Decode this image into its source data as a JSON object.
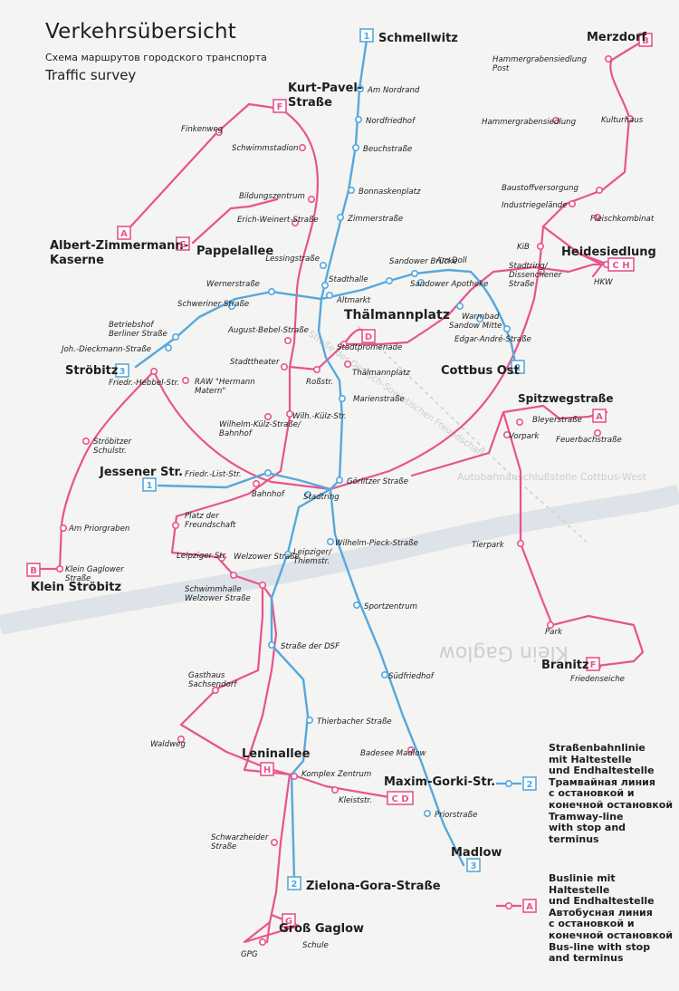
{
  "header": {
    "title": "Verkehrsübersicht",
    "subtitle_ru": "Схема маршрутов городского транспорта",
    "subtitle_en": "Traffic survey"
  },
  "colors": {
    "tram": "#56a8dc",
    "bus": "#e8538e",
    "background": "#f4f4f2",
    "label": "#1e1e1e",
    "basemap": "#cfd6dd"
  },
  "basemap_labels": [
    "Klein Gaglow",
    "Autobahnanschlußstelle Cottbus-West",
    "Straße der Deutsch-Sowjetischen Freundschaft"
  ],
  "terminals": {
    "tram_1_north": {
      "code": "1",
      "name": "Schmellwitz"
    },
    "tram_1_west": {
      "code": "1",
      "name": "Jessener Str."
    },
    "tram_2_east": {
      "code": "2",
      "name": "Cottbus Ost"
    },
    "tram_2_south": {
      "code": "2",
      "name": "Zielona-Gora-Straße"
    },
    "tram_3_west": {
      "code": "3",
      "name": "Ströbitz"
    },
    "tram_3_south": {
      "code": "3",
      "name": "Madlow"
    },
    "bus_a_north": {
      "code": "A",
      "name": "Albert-Zimmermann-Kaserne"
    },
    "bus_a_east": {
      "code": "A",
      "name": "Spitzwegstraße"
    },
    "bus_b_north": {
      "code": "B",
      "name": "Merzdorf"
    },
    "bus_b_west": {
      "code": "B",
      "name": "Klein Ströbitz"
    },
    "bus_cd_north": {
      "code": "D",
      "name": "Thälmannplatz"
    },
    "bus_cd_south": {
      "code": "C D",
      "name": "Maxim-Gorki-Str."
    },
    "bus_ch_east": {
      "code": "C H",
      "name": "Heidesiedlung"
    },
    "bus_f_north": {
      "code": "F",
      "name": "Kurt-Pavel-Straße"
    },
    "bus_f_south": {
      "code": "F",
      "name": "Branitz"
    },
    "bus_g_north": {
      "code": "G",
      "name": "Pappelallee"
    },
    "bus_g_south": {
      "code": "G",
      "name": "Groß Gaglow"
    },
    "bus_h_south": {
      "code": "H",
      "name": "Leninallee"
    }
  },
  "stops": [
    "Am Nordrand",
    "Nordfriedhof",
    "Beuchstraße",
    "Bonnaskenplatz",
    "Zimmerstraße",
    "Lessingstraße",
    "Stadthalle",
    "Altmarkt",
    "Sandower Brücke",
    "Am Doll",
    "Sandower Apotheke",
    "Warmbad",
    "Sandow Mitte",
    "Edgar-André-Straße",
    "Stadtring/ Dissenchener Straße",
    "KiB",
    "HKW",
    "Fleischkombinat",
    "Industriegelände",
    "Baustoffversorgung",
    "Hammergrabensiedlung",
    "Kulturhaus",
    "Hammergrabensiedlung Post",
    "Finkenweg",
    "Schwimmstadion",
    "Bildungszentrum",
    "Erich-Weinert-Straße",
    "Wernerstraße",
    "Schweriner Straße",
    "Betriebshof Berliner Straße",
    "Joh.-Dieckmann-Straße",
    "August-Bebel-Straße",
    "Stadttheater",
    "Friedr.-Hebbel-Str.",
    "RAW \"Hermann Matern\"",
    "Wilhelm-Külz-Straße/ Bahnhof",
    "Wilh.-Külz-Str.",
    "Roßstr.",
    "Stadtpromenade",
    "Thälmannplatz",
    "Marienstraße",
    "Ströbitzer Schulstr.",
    "Am Priorgraben",
    "Klein Gaglower Straße",
    "Friedr.-List-Str.",
    "Bahnhof",
    "Stadtring",
    "Görlitzer Straße",
    "Platz der Freundschaft",
    "Leipziger Str.",
    "Welzower Straße",
    "Wilhelm-Pieck-Straße",
    "Leipziger/ Thiemstr.",
    "Schwimmhalle Welzower Straße",
    "Sportzentrum",
    "Straße der DSF",
    "Südfriedhof",
    "Gasthaus Sachsendorf",
    "Thierbacher Straße",
    "Waldweg",
    "Badesee Madlow",
    "Komplex Zentrum",
    "Kleiststr.",
    "Priorstraße",
    "Schwarzheider Straße",
    "GPG",
    "Schule",
    "Bleyerstraße",
    "Vorpark",
    "Feuerbachstraße",
    "Tierpark",
    "Park",
    "Friedenseiche"
  ],
  "legend": {
    "tram": {
      "code": "2",
      "lines": [
        "Straßenbahnlinie",
        "mit Haltestelle",
        "und Endhaltestelle",
        "Трамвайная линия",
        "с остановкой и",
        "конечной остановкой",
        "Tramway-line",
        "with stop and",
        "terminus"
      ]
    },
    "bus": {
      "code": "A",
      "lines": [
        "Buslinie mit",
        "Haltestelle",
        "und Endhaltestelle",
        "Автобусная линия",
        "с остановкой и",
        "конечной остановкой",
        "Bus-line with stop",
        "and terminus"
      ]
    }
  }
}
